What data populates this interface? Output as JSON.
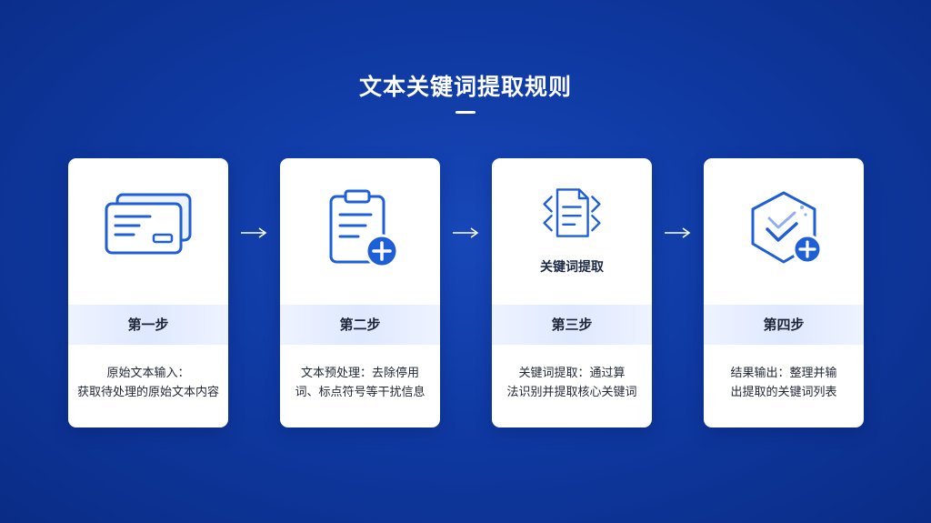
{
  "title": "文本关键词提取规则",
  "steps": [
    {
      "icon": "document-cards-icon",
      "icon_label": "",
      "step": "第一步",
      "desc_line1": "原始文本输入：",
      "desc_line2": "获取待处理的原始文本内容"
    },
    {
      "icon": "clipboard-plus-icon",
      "icon_label": "",
      "step": "第二步",
      "desc_line1": "文本预处理：去除停用",
      "desc_line2": "词、标点符号等干扰信息"
    },
    {
      "icon": "code-document-icon",
      "icon_label": "关键词提取",
      "step": "第三步",
      "desc_line1": "关键词提取：通过算",
      "desc_line2": "法识别并提取核心关键词"
    },
    {
      "icon": "hexagon-check-plus-icon",
      "icon_label": "",
      "step": "第四步",
      "desc_line1": "结果输出：整理并输",
      "desc_line2": "出提取的关键词列表"
    }
  ],
  "colors": {
    "background": "#0f3aa3",
    "accent": "#1f5fd6",
    "card": "#ffffff"
  }
}
